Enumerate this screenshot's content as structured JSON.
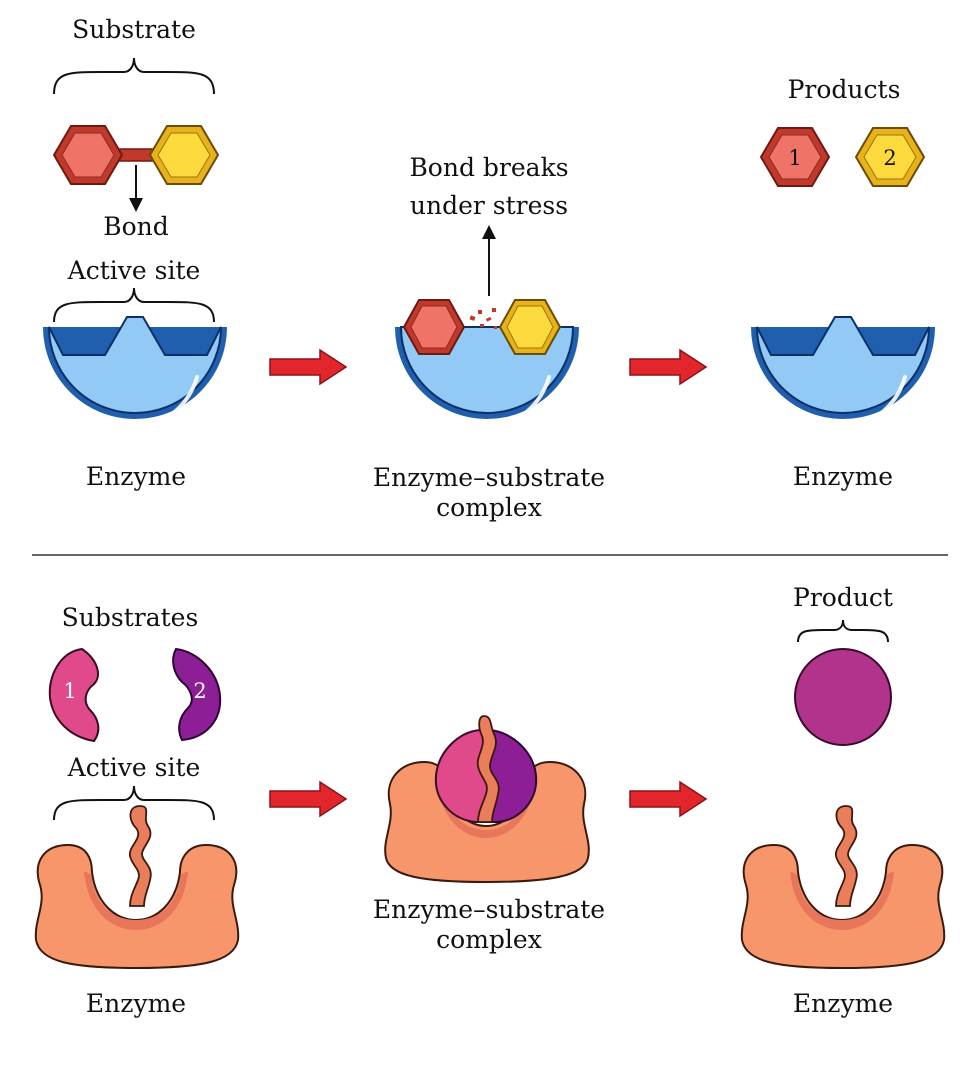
{
  "colors": {
    "enzyme_blue_fill": "#93c9f5",
    "enzyme_blue_rim": "#1f5fae",
    "enzyme_orange_fill": "#f7966b",
    "enzyme_orange_groove": "#e8765a",
    "substrate_red": "#ef7366",
    "substrate_red_dark": "#c0392b",
    "substrate_yellow": "#fcd93d",
    "substrate_yellow_dark": "#d4a017",
    "substrate_pink": "#e04a8a",
    "substrate_purple": "#8e1e96",
    "product_magenta": "#b2338c",
    "arrow_red": "#e3262c"
  },
  "top": {
    "substrate_label": "Substrate",
    "bond_label": "Bond",
    "active_site_label": "Active site",
    "enzyme_label_left": "Enzyme",
    "stress_label_line1": "Bond breaks",
    "stress_label_line2": "under stress",
    "complex_label_line1": "Enzyme–substrate",
    "complex_label_line2": "complex",
    "products_label": "Products",
    "product1_number": "1",
    "product2_number": "2",
    "enzyme_label_right": "Enzyme"
  },
  "bottom": {
    "substrates_label": "Substrates",
    "substrate1_number": "1",
    "substrate2_number": "2",
    "active_site_label": "Active site",
    "enzyme_label_left": "Enzyme",
    "complex_label_line1": "Enzyme–substrate",
    "complex_label_line2": "complex",
    "product_label": "Product",
    "enzyme_label_right": "Enzyme"
  }
}
